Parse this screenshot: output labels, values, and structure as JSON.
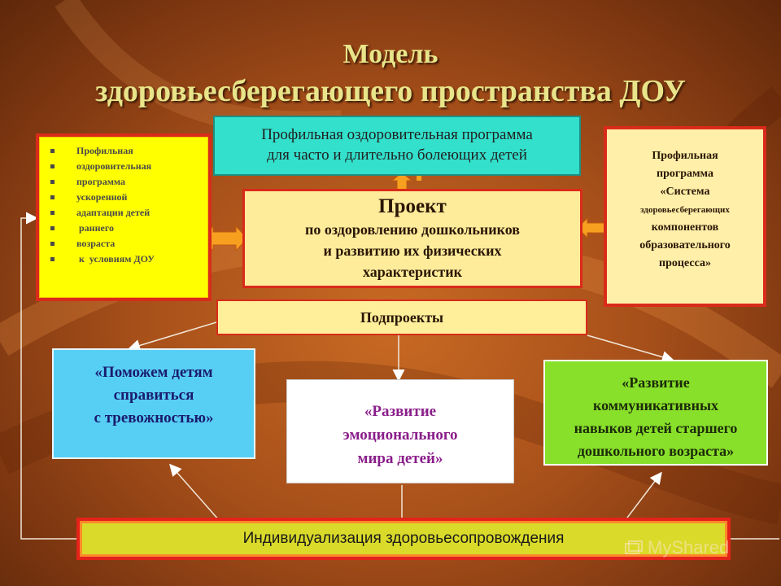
{
  "title": {
    "line1": "Модель",
    "line2": "здоровьесберегающего пространства ДОУ"
  },
  "program_box": {
    "line1": "Профильная оздоровительная программа",
    "line2": "для  часто и длительно болеющих детей"
  },
  "left_box": {
    "items": [
      "Профильная",
      "оздоровительная",
      "программа",
      "ускоренной",
      "адаптации детей",
      " раннего",
      "возраста",
      " к  условиям ДОУ"
    ]
  },
  "project_box": {
    "heading": "Проект",
    "line1": "по оздоровлению дошкольников",
    "line2": "и развитию их физических",
    "line3": "характеристик"
  },
  "right_box": {
    "line1": "Профильная",
    "line2": "программа",
    "line3": "«Система",
    "line4": "здоровьесберегающих",
    "line5": "компонентов",
    "line6": "образовательного",
    "line7": "процесса»"
  },
  "subprojects_box": {
    "label": "Подпроекты"
  },
  "subproject_blue": {
    "line1": "«Поможем детям",
    "line2": "справиться",
    "line3": "с тревожностью»"
  },
  "subproject_white": {
    "line1": "«Развитие",
    "line2": "эмоционального",
    "line3": "мира детей»"
  },
  "subproject_green": {
    "line1": "«Развитие",
    "line2": "коммуникативных",
    "line3": "навыков детей старшего",
    "line4": "дошкольного возраста»"
  },
  "bottom_box": {
    "label": "Индивидуализация здоровьесопровождения"
  },
  "watermark": {
    "text": "MyShared",
    "icon": "myshared-logo-icon"
  },
  "colors": {
    "background": "#a8501a",
    "title": "#e8e48a",
    "accent_border": "#d92b1a",
    "arrow_fill": "#f7a020",
    "cyan_box": "#33e0cc",
    "yellow_box": "#ffff00",
    "cream_box": "#ffec9a",
    "blue_box": "#57cff5",
    "green_box": "#88e02a",
    "bottom_box": "#dada2a"
  }
}
